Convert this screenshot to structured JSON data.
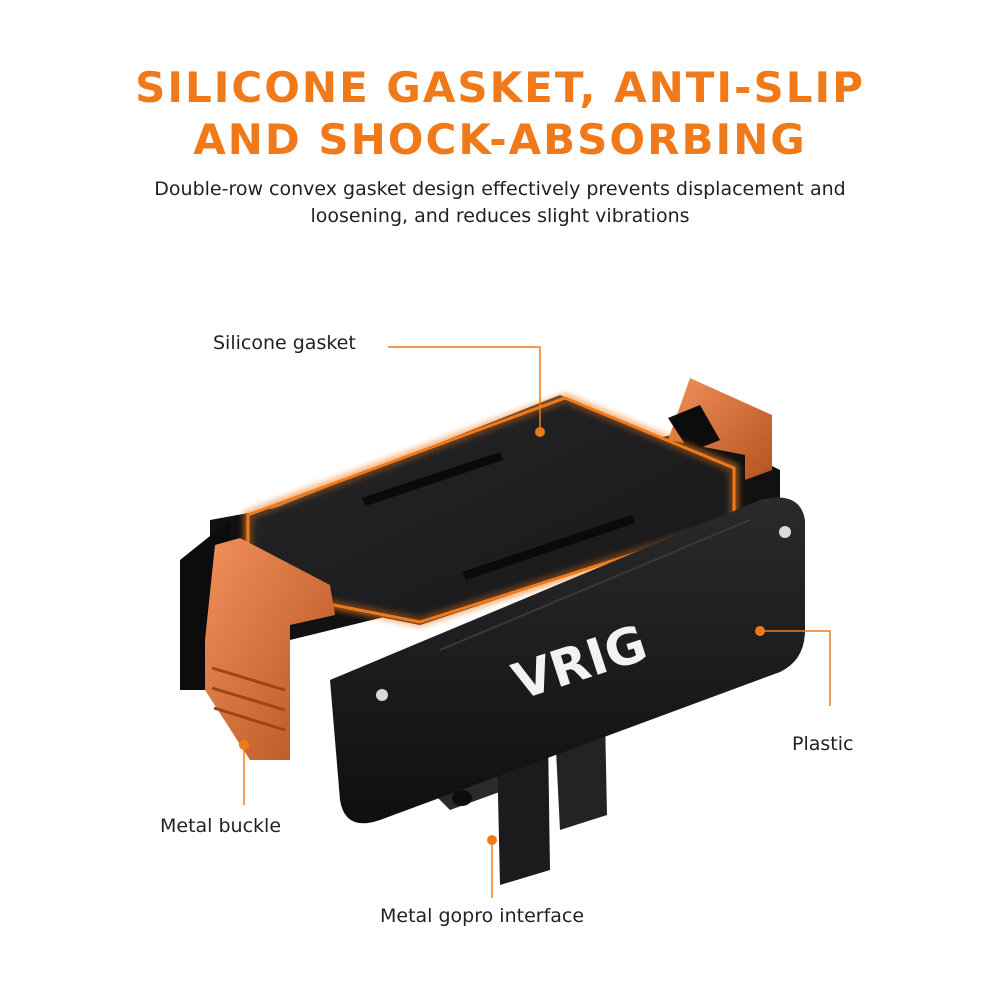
{
  "header": {
    "title_line1": "SILICONE GASKET, ANTI-SLIP",
    "title_line2": "AND SHOCK-ABSORBING",
    "subtitle_line1": "Double-row convex gasket design effectively prevents displacement and",
    "subtitle_line2": "loosening, and reduces slight vibrations"
  },
  "product": {
    "brand": "VRIG",
    "accent_color": "#f07a1a",
    "metal_color": "#e0733a",
    "body_color": "#1c1c1e"
  },
  "callouts": {
    "silicone_gasket": "Silicone gasket",
    "plastic": "Plastic",
    "metal_buckle": "Metal buckle",
    "metal_gopro": "Metal gopro interface"
  }
}
